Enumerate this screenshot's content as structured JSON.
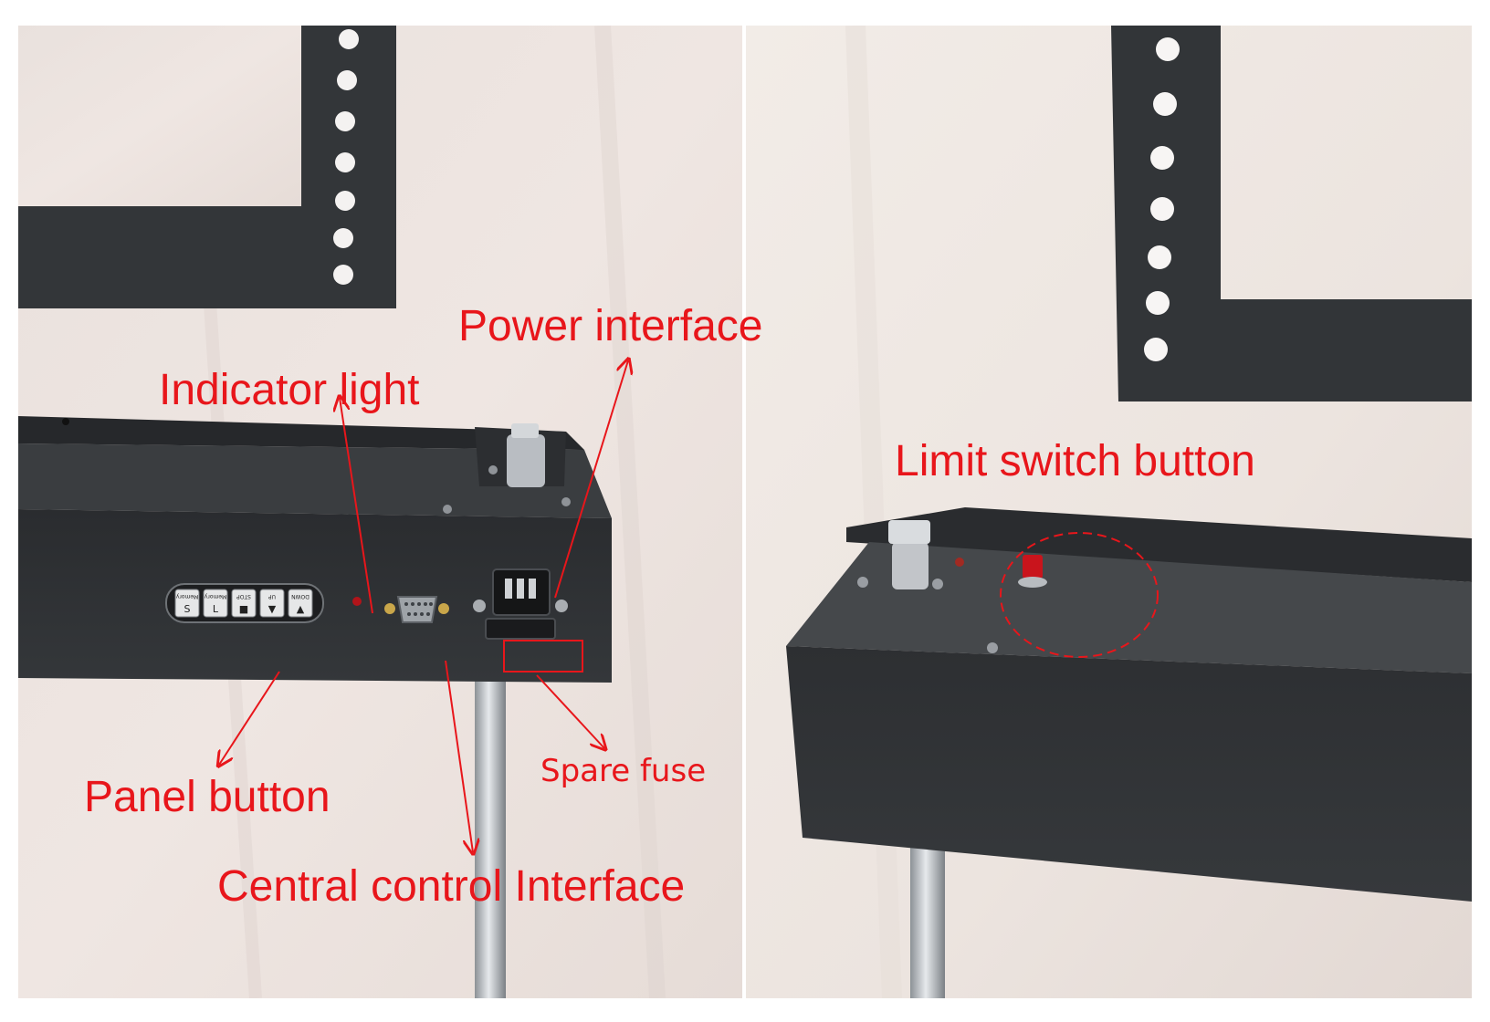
{
  "labels": {
    "power_interface": "Power interface",
    "indicator_light": "Indicator light",
    "panel_button": "Panel button",
    "central_control_interface": "Central control Interface",
    "spare_fuse": "Spare fuse",
    "limit_switch_button": "Limit switch button"
  },
  "panel_keys": [
    {
      "glyph": "S",
      "text": "Memory"
    },
    {
      "glyph": "L",
      "text": "Memory"
    },
    {
      "glyph": "■",
      "text": "STOP"
    },
    {
      "glyph": "▼",
      "text": "UP"
    },
    {
      "glyph": "▲",
      "text": "DOWN"
    }
  ],
  "colors": {
    "annotation": "#e8161b",
    "housing": "#2f3134",
    "wall": "#ece3df",
    "background": "#ffffff"
  }
}
